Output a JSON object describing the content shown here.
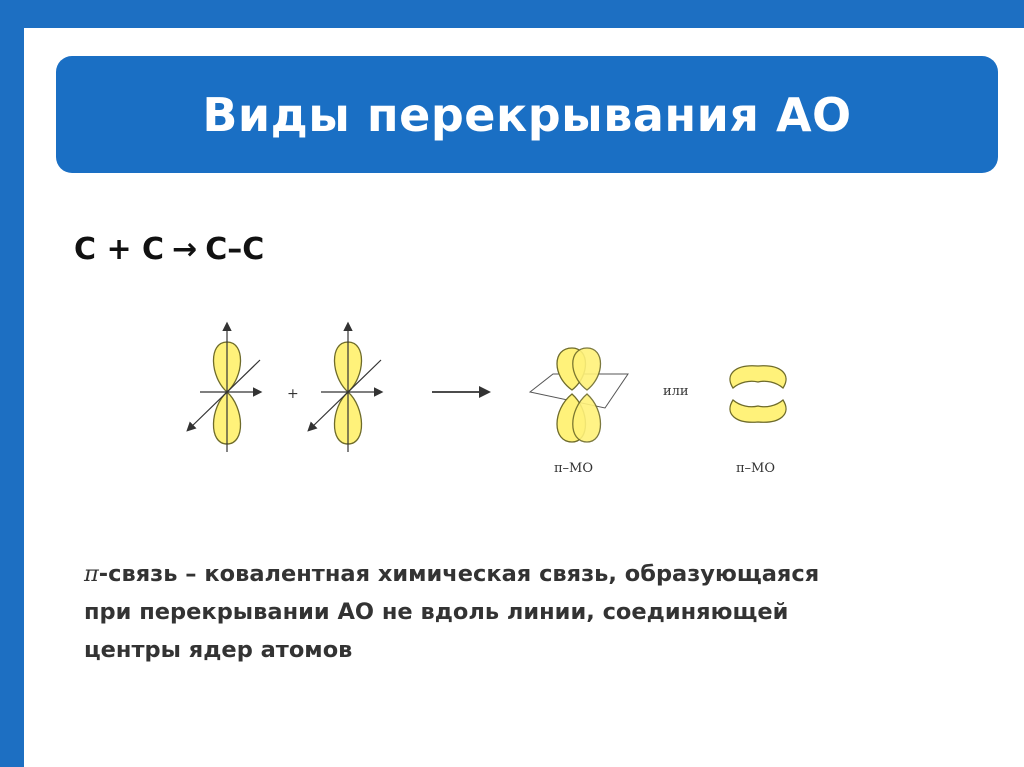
{
  "slide": {
    "title": "Виды перекрывания АО",
    "equation": {
      "lhs": "C + C",
      "arrow": "→",
      "rhs": "C–C"
    },
    "diagram": {
      "plus_label": "+",
      "or_label": "или",
      "mo_label_1": "π–МО",
      "mo_label_2": "π–МО"
    },
    "definition": {
      "pi_symbol": "π",
      "line1_rest": "-связь – ковалентная химическая связь, образующаяся",
      "line2": "при перекрывании АО не вдоль линии, соединяющей",
      "line3": "центры ядер атомов"
    }
  },
  "colors": {
    "frame_blue": "#1d6fc2",
    "title_blue": "#1a6fc4",
    "orbital_fill": "#fff27a",
    "orbital_stroke": "#6e6b2a"
  }
}
